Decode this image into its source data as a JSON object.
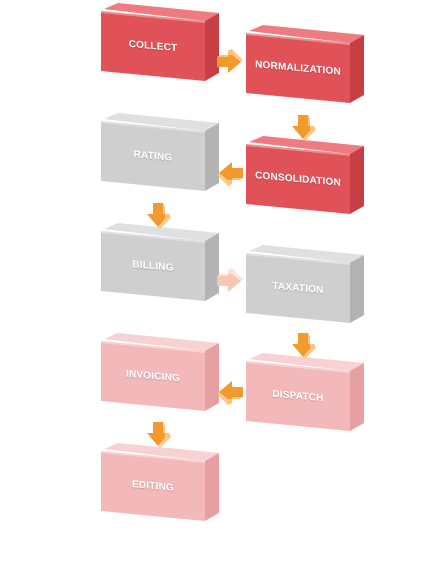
{
  "colors": {
    "active_front": "#e05257",
    "active_top": "#ee7b80",
    "active_side": "#c73e44",
    "inactive_front": "#cfcfcf",
    "inactive_top": "#e0e0e0",
    "inactive_side": "#b3b3b3",
    "pending_front": "#f3b8ba",
    "pending_top": "#f8d2d3",
    "pending_side": "#e79fa2",
    "arrow_strong": "#f29a2e",
    "arrow_strong_light": "#ffc07a",
    "arrow_soft": "#f8c7b2",
    "arrow_soft_light": "#fde2d6"
  },
  "steps": [
    {
      "label": "COLLECT",
      "state": "active"
    },
    {
      "label": "NORMALIZATION",
      "state": "active"
    },
    {
      "label": "CONSOLIDATION",
      "state": "active"
    },
    {
      "label": "RATING",
      "state": "inactive"
    },
    {
      "label": "BILLING",
      "state": "inactive"
    },
    {
      "label": "TAXATION",
      "state": "inactive"
    },
    {
      "label": "DISPATCH",
      "state": "pending"
    },
    {
      "label": "INVOICING",
      "state": "pending"
    },
    {
      "label": "EDITING",
      "state": "pending"
    }
  ],
  "arrows": [
    {
      "id": "collect-to-normalization",
      "direction": "right",
      "tone": "strong"
    },
    {
      "id": "normalization-to-consolidation",
      "direction": "down",
      "tone": "strong"
    },
    {
      "id": "consolidation-to-rating",
      "direction": "left",
      "tone": "strong"
    },
    {
      "id": "rating-to-billing",
      "direction": "down",
      "tone": "strong"
    },
    {
      "id": "billing-to-taxation",
      "direction": "right",
      "tone": "soft"
    },
    {
      "id": "taxation-to-dispatch",
      "direction": "down",
      "tone": "strong"
    },
    {
      "id": "dispatch-to-invoicing",
      "direction": "left",
      "tone": "strong"
    },
    {
      "id": "invoicing-to-editing",
      "direction": "down",
      "tone": "strong"
    }
  ]
}
